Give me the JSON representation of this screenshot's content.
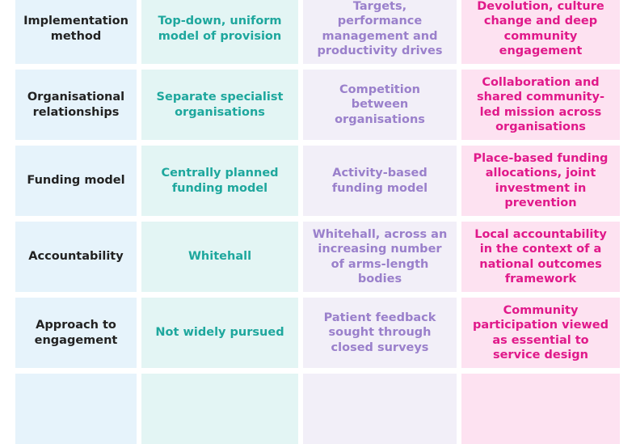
{
  "rows": [
    {
      "label": "Implementation method",
      "col1": "Top-down, uniform model of provision",
      "col2": "Targets, performance management and productivity drives",
      "col3": "Devolution, culture change and deep community engagement"
    },
    {
      "label": "Organisational relationships",
      "col1": "Separate specialist organisations",
      "col2": "Competition between organisations",
      "col3": "Collaboration and shared community-led mission across organisations"
    },
    {
      "label": "Funding model",
      "col1": "Centrally planned funding model",
      "col2": "Activity-based funding model",
      "col3": "Place-based funding allocations, joint investment in prevention"
    },
    {
      "label": "Accountability",
      "col1": "Whitehall",
      "col2": "Whitehall, across an increasing number of arms-length bodies",
      "col3": "Local accountability in the context of a national outcomes framework"
    },
    {
      "label": "Approach to engagement",
      "col1": "Not widely pursued",
      "col2": "Patient feedback sought through closed surveys",
      "col3": "Community participation viewed as essential to service design"
    }
  ]
}
